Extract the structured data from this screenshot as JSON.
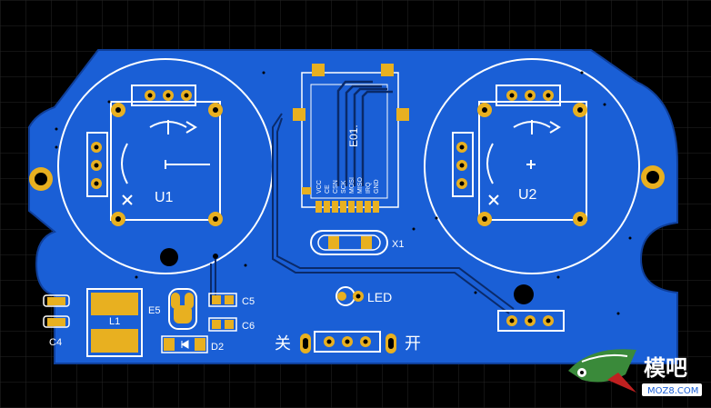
{
  "board": {
    "colors": {
      "background": "#000000",
      "grid": "#2a2a2a",
      "board": "#1a5fd6",
      "board_edge": "#0f3f9a",
      "silk": "#ffffff",
      "pad": "#e8b020",
      "pad_dark": "#c98f10",
      "trace": "#0a2a6a",
      "hole": "#000000"
    },
    "labels": {
      "u1": "U1",
      "u2": "U2",
      "l1": "L1",
      "e5": "E5",
      "c4": "C4",
      "c5": "C5",
      "c6": "C6",
      "d2": "D2",
      "x1": "X1",
      "led": "LED",
      "module": "E01.",
      "off": "关",
      "on": "开"
    },
    "module_pins": [
      "VCC",
      "CE",
      "CSN",
      "SCK",
      "MOSI",
      "MISO",
      "IRQ",
      "GND"
    ]
  },
  "watermark": {
    "title": "模吧",
    "url": "MOZ8.COM"
  }
}
